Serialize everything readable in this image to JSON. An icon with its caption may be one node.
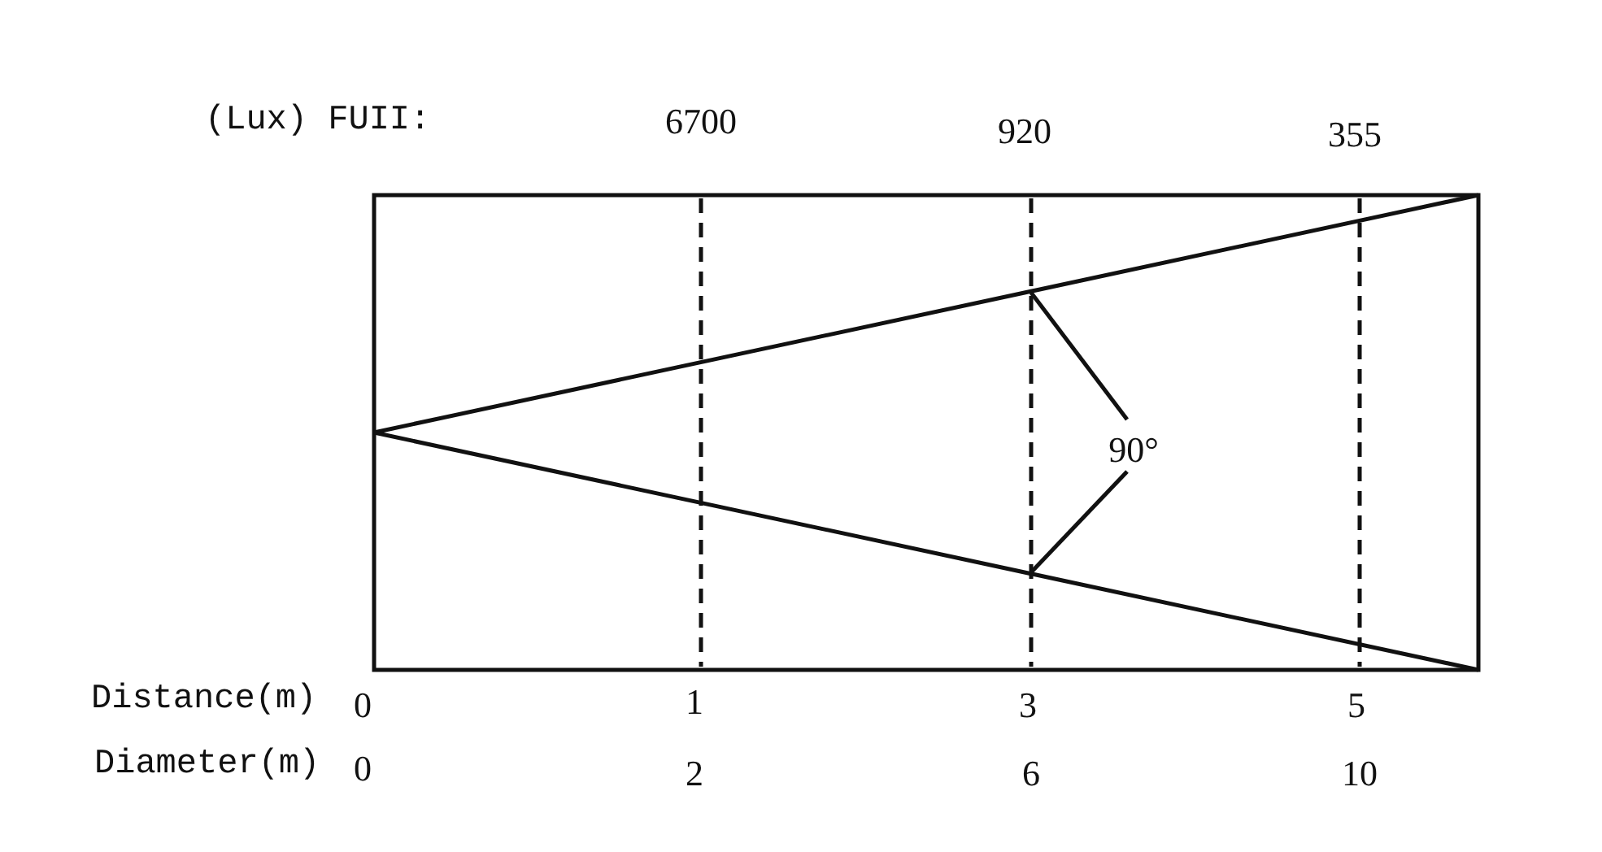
{
  "diagram": {
    "labels": [
      "(Lux) FUII:",
      "6700",
      "920",
      "355",
      "90°",
      "Distance(m)",
      "0",
      "1",
      "3",
      "5",
      "Diameter(m)",
      "0",
      "2",
      "6",
      "10"
    ]
  }
}
